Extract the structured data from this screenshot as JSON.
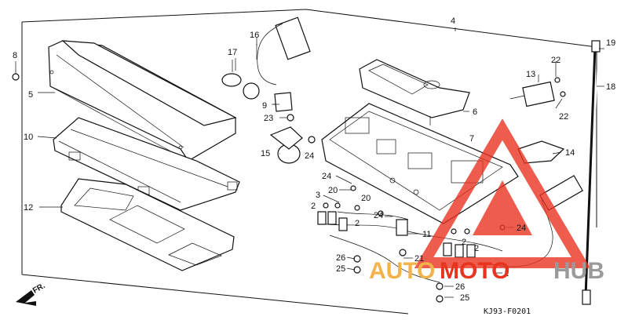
{
  "diagram": {
    "code": "KJ93-F0201",
    "direction_label": "FR.",
    "watermark": {
      "left": "AUTO",
      "middle": "MOTO",
      "right": "HUB",
      "color_primary": "#e8331f",
      "color_secondary": "#f3b34a",
      "color_gray": "#9a9a9a"
    },
    "callouts": [
      {
        "id": "c8",
        "text": "8"
      },
      {
        "id": "c5",
        "text": "5"
      },
      {
        "id": "c10",
        "text": "10"
      },
      {
        "id": "c12",
        "text": "12"
      },
      {
        "id": "c17",
        "text": "17"
      },
      {
        "id": "c16",
        "text": "16"
      },
      {
        "id": "c4",
        "text": "4"
      },
      {
        "id": "c9",
        "text": "9"
      },
      {
        "id": "c23",
        "text": "23"
      },
      {
        "id": "c15",
        "text": "15"
      },
      {
        "id": "c24a",
        "text": "24"
      },
      {
        "id": "c24b",
        "text": "24"
      },
      {
        "id": "c20a",
        "text": "20"
      },
      {
        "id": "c20b",
        "text": "20"
      },
      {
        "id": "c3",
        "text": "3"
      },
      {
        "id": "c2a",
        "text": "2"
      },
      {
        "id": "c2b",
        "text": "2"
      },
      {
        "id": "c2c",
        "text": "2"
      },
      {
        "id": "c2d",
        "text": "2"
      },
      {
        "id": "c24c",
        "text": "24"
      },
      {
        "id": "c6",
        "text": "6"
      },
      {
        "id": "c7",
        "text": "7"
      },
      {
        "id": "c13",
        "text": "13"
      },
      {
        "id": "c22a",
        "text": "22"
      },
      {
        "id": "c22b",
        "text": "22"
      },
      {
        "id": "c14",
        "text": "14"
      },
      {
        "id": "c19",
        "text": "19"
      },
      {
        "id": "c18",
        "text": "18"
      },
      {
        "id": "c11",
        "text": "11"
      },
      {
        "id": "c1",
        "text": "1"
      },
      {
        "id": "c21",
        "text": "21"
      },
      {
        "id": "c24d",
        "text": "24"
      },
      {
        "id": "c26a",
        "text": "26"
      },
      {
        "id": "c25a",
        "text": "25"
      },
      {
        "id": "c26b",
        "text": "26"
      },
      {
        "id": "c25b",
        "text": "25"
      }
    ]
  }
}
